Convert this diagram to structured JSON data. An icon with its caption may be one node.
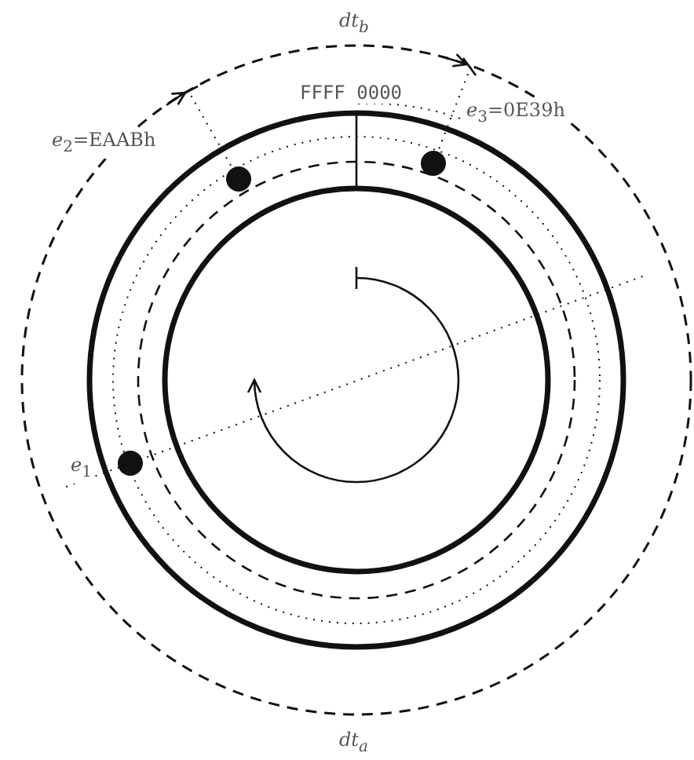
{
  "diagram": {
    "nodes": [
      {
        "text": [],
        "shape": "circle",
        "beside": [
          "*e*$_{2}$=EAABh"
        ]
      },
      {
        "text": [],
        "shape": "circle",
        "beside": [
          "*e*$_{3}$=0E39h"
        ]
      },
      {
        "text": [],
        "shape": "circle",
        "beside": [
          "*e*$_{1}$"
        ]
      }
    ],
    "labels": [
      "dt$_{b}$",
      "FFFF 0000",
      "dt$_{a}$"
    ]
  }
}
